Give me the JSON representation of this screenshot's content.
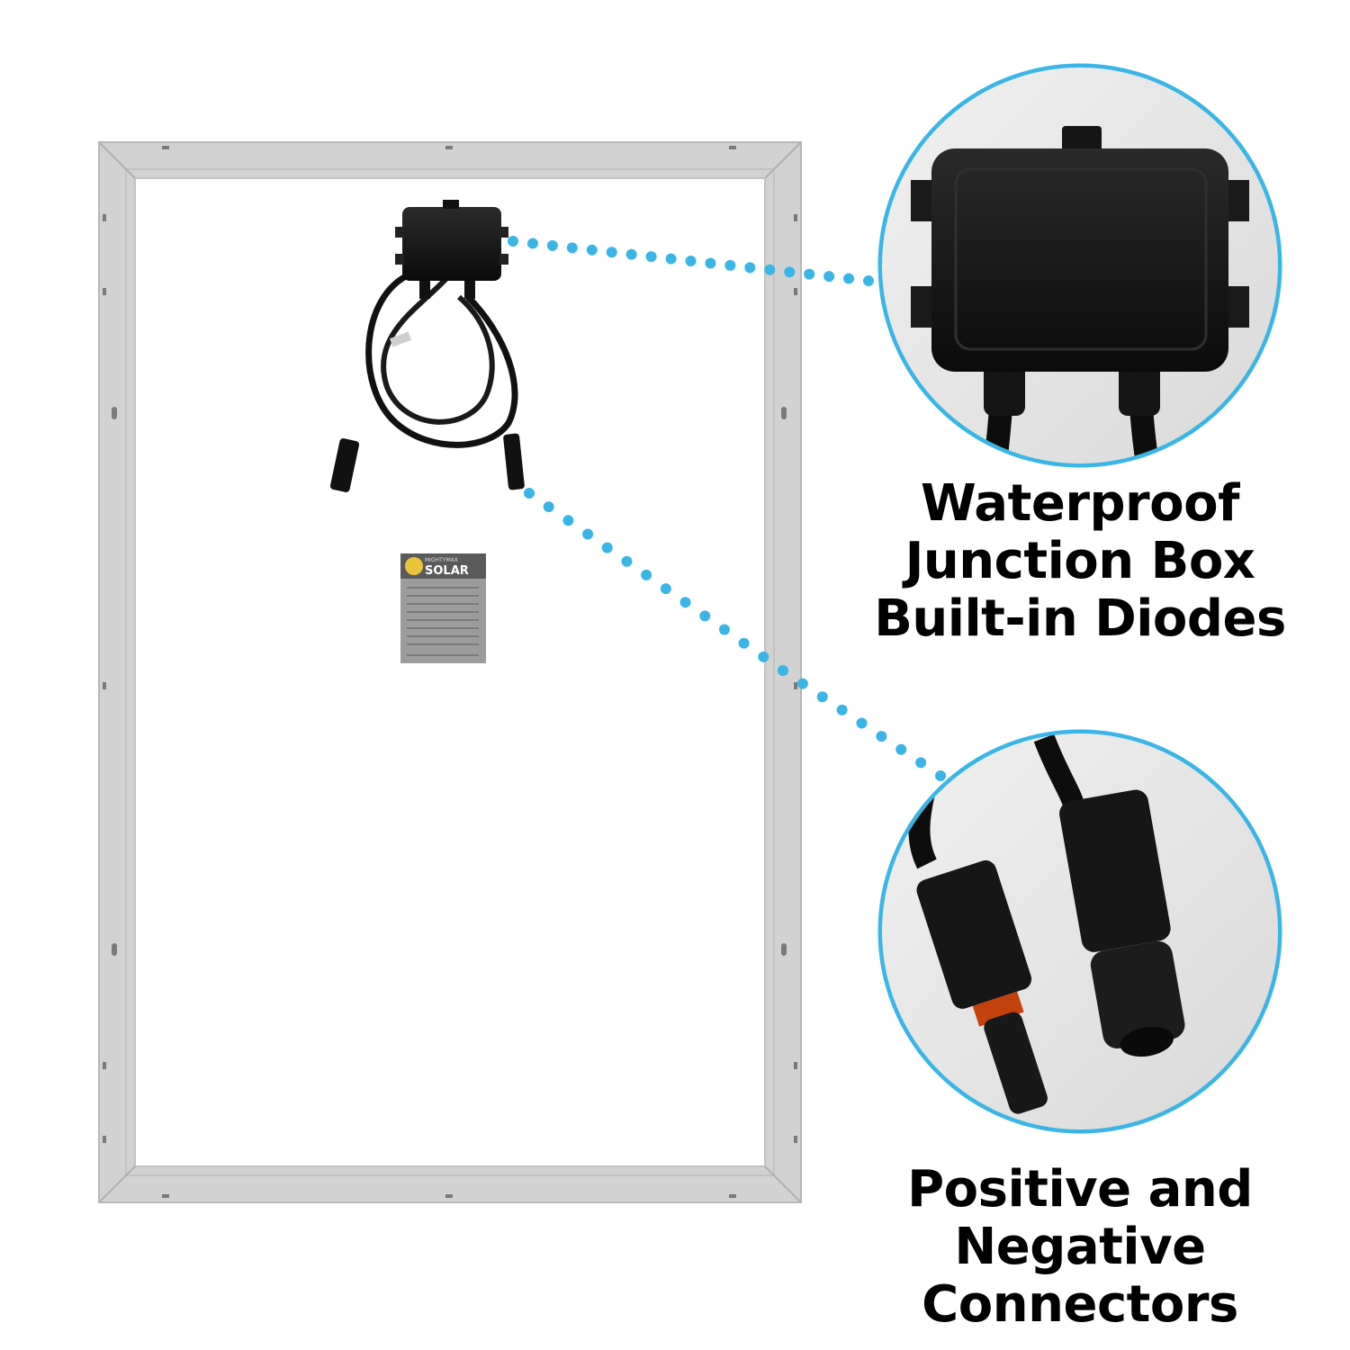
{
  "colors": {
    "background": "#ffffff",
    "frame": "#d2d2d2",
    "frame_edge": "#b8b8b8",
    "accent_dots": "#3bb5e6",
    "hardware": "#111111"
  },
  "label": {
    "brand_small": "MIGHTYMAX",
    "brand_large": "SOLAR"
  },
  "callouts": {
    "junction_box": {
      "icon": "junction-box-icon",
      "lines": [
        "Waterproof",
        "Junction Box",
        "Built-in Diodes"
      ]
    },
    "connectors": {
      "icon": "mc4-connector-icon",
      "lines": [
        "Positive and",
        "Negative",
        "Connectors"
      ]
    }
  }
}
